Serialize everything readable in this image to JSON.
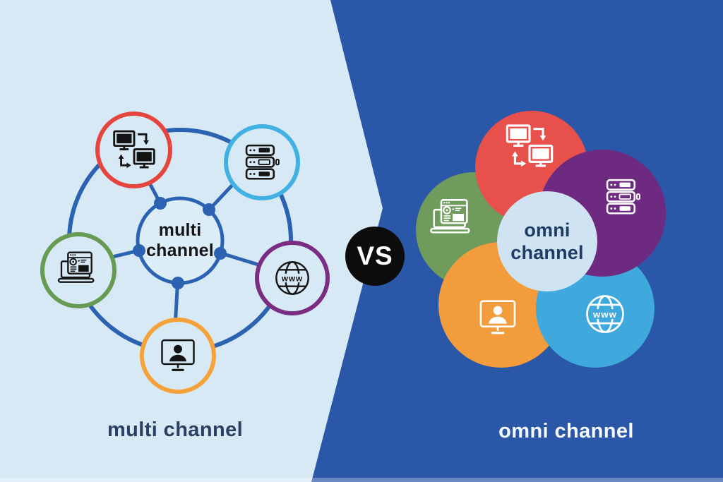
{
  "left_panel": {
    "background_color": "#d7e9f5",
    "connector_color": "#2b63b2",
    "hub": {
      "label_line1": "multi",
      "label_line2": "channel"
    },
    "nodes": [
      {
        "icon": "monitor-sync-icon",
        "ring_color": "#e5453d"
      },
      {
        "icon": "server-stack-icon",
        "ring_color": "#41b1e4"
      },
      {
        "icon": "laptop-browser-icon",
        "ring_color": "#679a53"
      },
      {
        "icon": "www-globe-icon",
        "ring_color": "#7b2d84",
        "globe_label": "www"
      },
      {
        "icon": "person-screen-icon",
        "ring_color": "#f6a23b"
      }
    ],
    "bottom_label": "multi channel",
    "bottom_label_color": "#2b3f63"
  },
  "vs_badge": {
    "label": "VS",
    "background_color": "#0c0c0c",
    "text_color": "#ffffff"
  },
  "right_panel": {
    "background_color": "#2b57a8",
    "core": {
      "label_line1": "omni",
      "label_line2": "channel",
      "fill_color": "#cfe3f2",
      "text_color": "#1d3b66"
    },
    "petals": [
      {
        "icon": "laptop-browser-icon",
        "fill_color": "#6f9c5c"
      },
      {
        "icon": "monitor-sync-icon",
        "fill_color": "#e8504b"
      },
      {
        "icon": "person-screen-icon",
        "fill_color": "#f29c3b"
      },
      {
        "icon": "www-globe-icon",
        "fill_color": "#3fa9de",
        "globe_label": "www"
      },
      {
        "icon": "server-stack-icon",
        "fill_color": "#6e2a80"
      }
    ],
    "bottom_label": "omni channel",
    "bottom_label_color": "#f6f9fc"
  }
}
